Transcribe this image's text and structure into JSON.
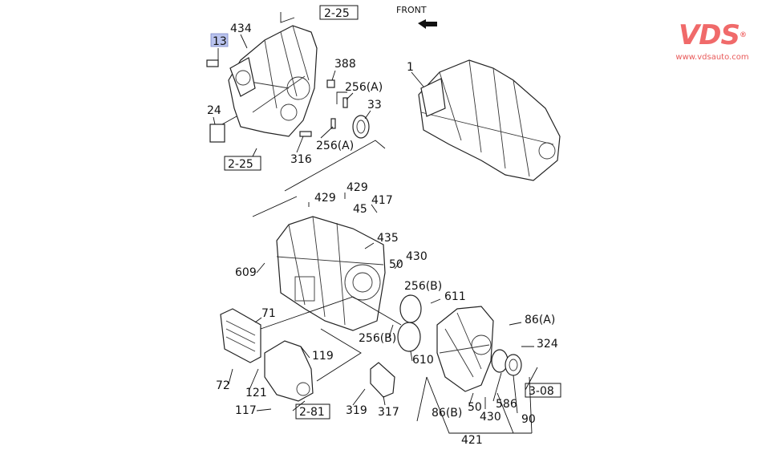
{
  "logo": {
    "brand": "VDS",
    "registered": "®",
    "url": "www.vdsauto.com",
    "color": "#f06a6a"
  },
  "front_label": "FRONT",
  "highlight_color": "#b9c3ee",
  "refs": [
    "2-25",
    "2-25",
    "2-81",
    "3-08"
  ],
  "callouts": [
    "13",
    "434",
    "388",
    "256(A)",
    "33",
    "24",
    "256(A)",
    "316",
    "1",
    "429",
    "429",
    "417",
    "45",
    "435",
    "609",
    "50",
    "430",
    "256(B)",
    "611",
    "71",
    "86(A)",
    "256(B)",
    "324",
    "119",
    "610",
    "72",
    "121",
    "586",
    "50",
    "117",
    "319",
    "317",
    "86(B)",
    "430",
    "90",
    "421"
  ]
}
